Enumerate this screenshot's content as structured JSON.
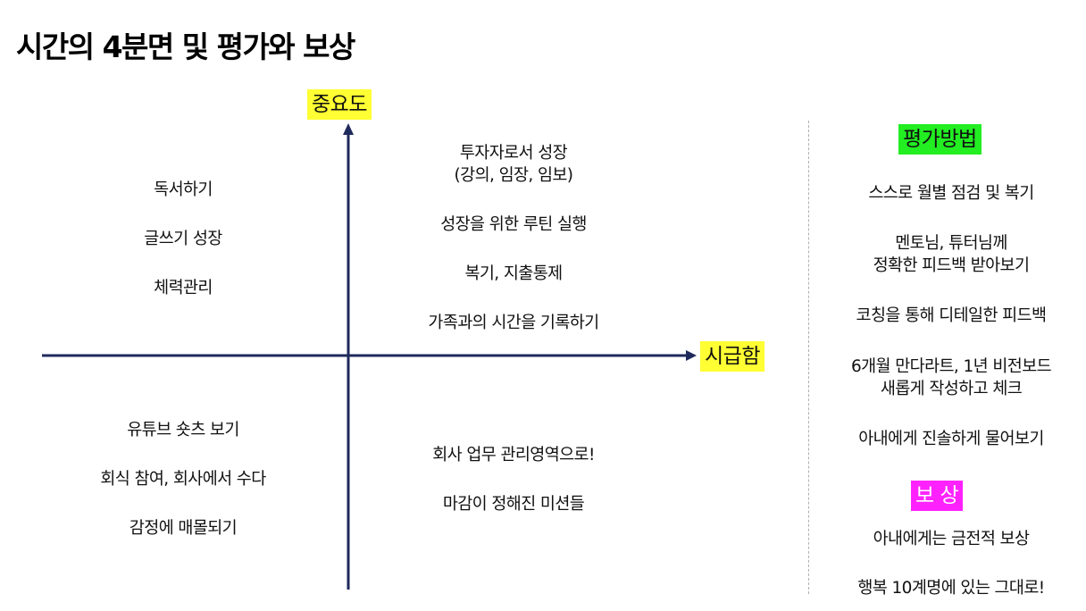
{
  "title": "시간의 4분면 및 평가와 보상",
  "axes": {
    "y_label": "중요도",
    "x_label": "시급함",
    "label_bg": "#FFFF33",
    "color": "#1F2A5C"
  },
  "quadrants": {
    "top_left": [
      "독서하기",
      "글쓰기 성장",
      "체력관리"
    ],
    "top_right": [
      "투자자로서 성장",
      "(강의, 임장, 임보)",
      "성장을 위한 루틴 실행",
      "복기, 지출통제",
      "가족과의 시간을 기록하기"
    ],
    "bottom_left": [
      "유튜브 숏츠 보기",
      "회식 참여, 회사에서 수다",
      "감정에 매몰되기"
    ],
    "bottom_right": [
      "회사 업무 관리영역으로!",
      "마감이 정해진 미션들"
    ]
  },
  "evaluation": {
    "heading": "평가방법",
    "heading_bg": "#22EE22",
    "items": [
      [
        "스스로 월별 점검 및 복기"
      ],
      [
        "멘토님, 튜터님께",
        "정확한 피드백 받아보기"
      ],
      [
        "코칭을 통해 디테일한 피드백"
      ],
      [
        "6개월 만다라트, 1년 비전보드",
        "새롭게 작성하고 체크"
      ],
      [
        "아내에게 진솔하게 물어보기"
      ]
    ]
  },
  "reward": {
    "heading": "보 상",
    "heading_bg": "#FF22FF",
    "items": [
      [
        "아내에게는 금전적 보상"
      ],
      [
        "행복 10계명에 있는 그대로!"
      ]
    ]
  }
}
